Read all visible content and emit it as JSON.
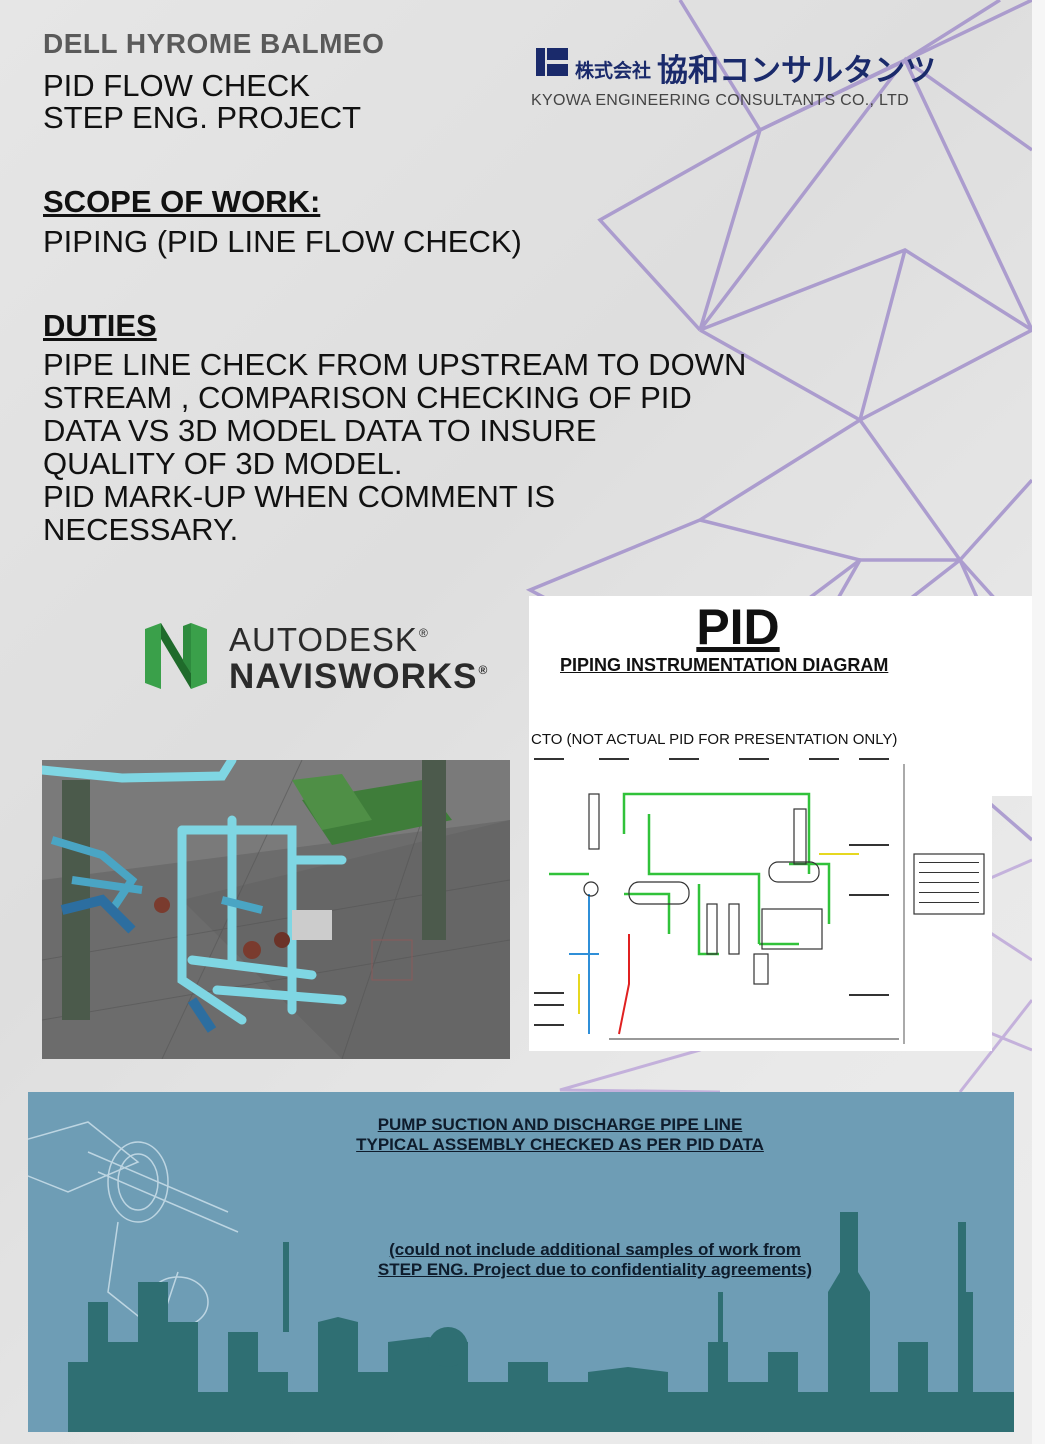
{
  "header": {
    "author": "DELL HYROME BALMEO",
    "title_line1": "PID FLOW CHECK",
    "title_line2": "STEP ENG. PROJECT"
  },
  "company": {
    "name_jp_prefix": "株式会社",
    "name_jp": "協和コンサルタンツ",
    "name_en": "KYOWA ENGINEERING CONSULTANTS CO., LTD",
    "brand_color": "#1a2a6b"
  },
  "scope": {
    "heading": "SCOPE OF WORK:",
    "text": "PIPING (PID LINE FLOW CHECK)"
  },
  "duties": {
    "heading": "DUTIES",
    "lines": [
      "PIPE LINE CHECK FROM UPSTREAM TO DOWN",
      "STREAM , COMPARISON CHECKING OF PID",
      "DATA VS 3D MODEL DATA TO INSURE",
      "QUALITY OF 3D MODEL.",
      "PID MARK-UP WHEN COMMENT IS",
      "NECESSARY."
    ]
  },
  "software_logo": {
    "line1": "AUTODESK",
    "line2": "NAVISWORKS",
    "mark": "®",
    "icon": "navisworks-n-logo",
    "accent": "#2e8b3e"
  },
  "pid": {
    "title": "PID",
    "subtitle": "PIPING INSTRUMENTATION DIAGRAM",
    "note": "CTO (NOT ACTUAL PID FOR PRESENTATION ONLY)"
  },
  "bottom": {
    "caption_line1": "PUMP SUCTION AND DISCHARGE PIPE LINE",
    "caption_line2": "TYPICAL ASSEMBLY CHECKED AS PER PID DATA",
    "note_line1": "(could not include additional samples of work from",
    "note_line2": "STEP ENG. Project due to confidentiality agreements)",
    "band_color": "#6e9db5",
    "silhouette_color": "#2f6f73"
  }
}
